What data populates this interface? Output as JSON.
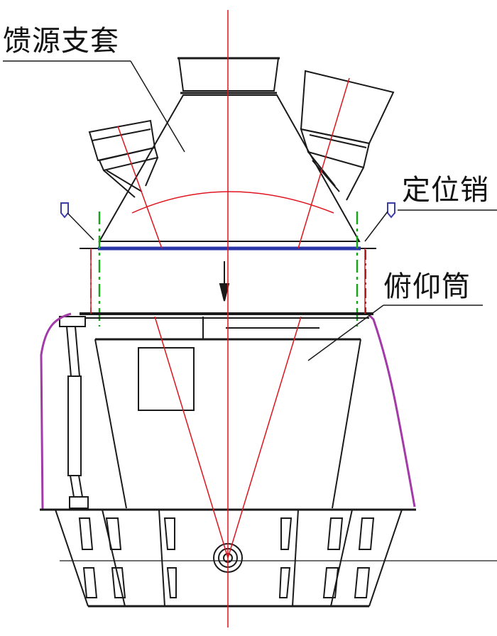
{
  "labels": {
    "feed_support": "馈源支套",
    "locating_pin": "定位销",
    "pitch_tube": "俯仰筒"
  },
  "colors": {
    "outline": "#1a1a1a",
    "axis": "#e0141e",
    "flange": "#2b36a6",
    "guide": "#19a31f",
    "cable": "#a23aa8",
    "pin": "#3d3da8"
  }
}
